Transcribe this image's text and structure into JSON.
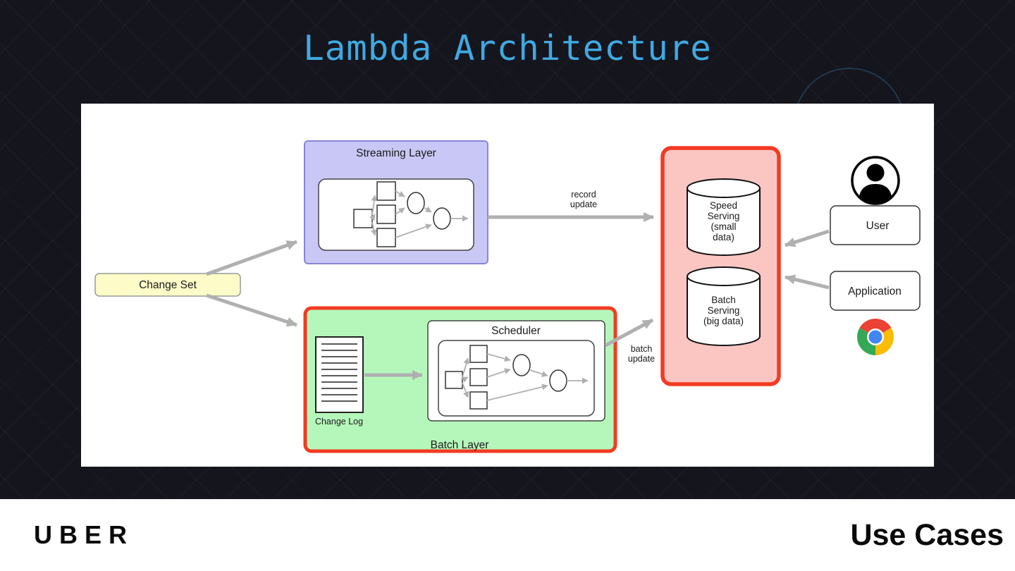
{
  "slide": {
    "title": "Lambda Architecture",
    "brand": "UBER",
    "section": "Use Cases"
  },
  "diagram": {
    "change_set": {
      "label": "Change Set"
    },
    "streaming_layer": {
      "label": "Streaming Layer"
    },
    "batch_layer": {
      "label": "Batch Layer"
    },
    "change_log": {
      "label": "Change Log"
    },
    "scheduler": {
      "label": "Scheduler"
    },
    "serving": {
      "speed": {
        "lines": [
          "Speed",
          "Serving",
          "(small",
          "data)"
        ]
      },
      "batch": {
        "lines": [
          "Batch",
          "Serving",
          "(big data)"
        ]
      }
    },
    "clients": {
      "user": {
        "label": "User"
      },
      "application": {
        "label": "Application"
      }
    },
    "edges": {
      "record_update": {
        "lines": [
          "record",
          "update"
        ]
      },
      "batch_update": {
        "lines": [
          "batch",
          "update"
        ]
      }
    },
    "colors": {
      "title_accent": "#3fa9e2",
      "streaming_fill": "#c8c7f5",
      "streaming_border": "#8886d8",
      "batch_fill": "#b5f7bb",
      "serving_fill": "#fbc5c2",
      "highlight_red": "#f23b22",
      "change_set_fill": "#fdfcc8",
      "arrow_gray": "#b0b0b0",
      "chrome_red": "#ea4335",
      "chrome_green": "#34a853",
      "chrome_yellow": "#fbbc05",
      "chrome_blue": "#4285f4"
    }
  }
}
